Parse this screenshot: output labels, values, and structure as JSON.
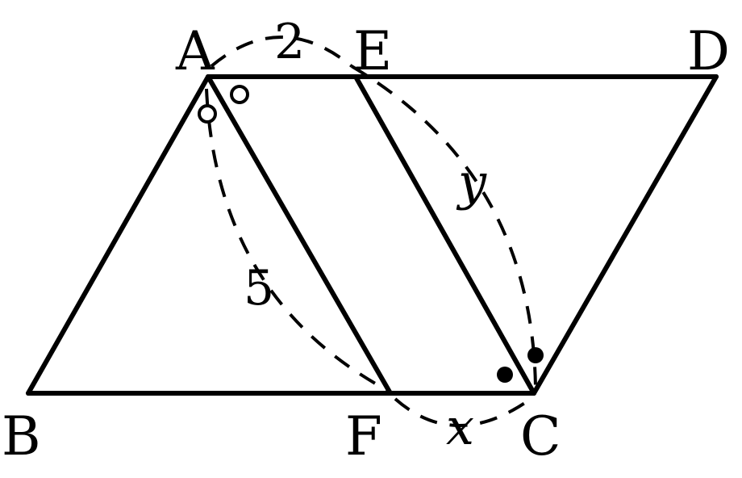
{
  "points": {
    "A": "A",
    "B": "B",
    "C": "C",
    "D": "D",
    "E": "E",
    "F": "F"
  },
  "measures": {
    "AE": "2",
    "AF": "5",
    "FC": "x",
    "EC": "y"
  },
  "colors": {
    "ink": "#000000",
    "background": "#ffffff"
  }
}
